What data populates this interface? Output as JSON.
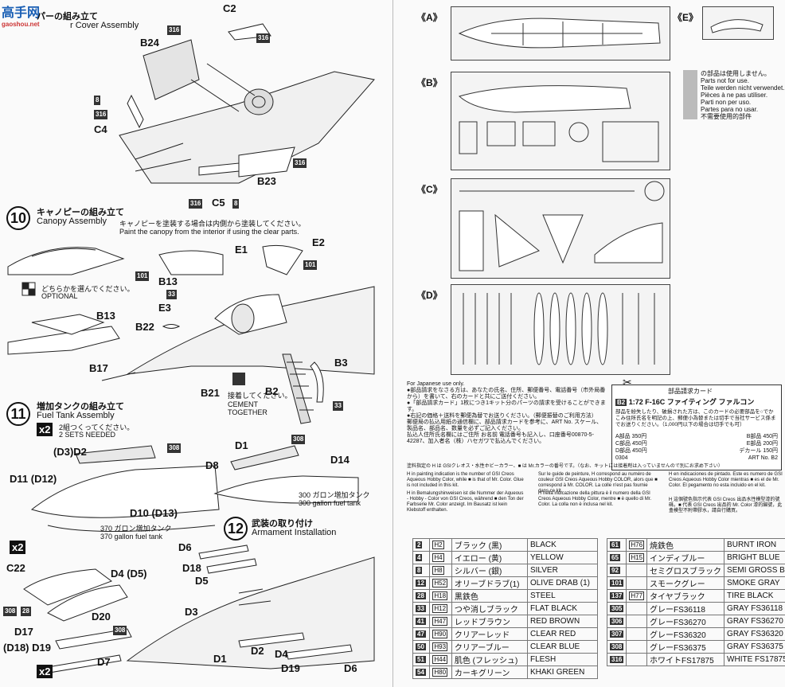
{
  "watermark": {
    "logo": "高手网",
    "url": "gaoshou.net"
  },
  "step9": {
    "jp_fragment": "パーの組み立て",
    "en_fragment": "r Cover Assembly"
  },
  "step9_parts": {
    "c2": "C2",
    "b24": "B24",
    "c4": "C4",
    "c5": "C5",
    "b23": "B23",
    "b316a": "316",
    "b316b": "316",
    "b316c": "316",
    "b316d": "316",
    "b316e": "316",
    "b8a": "8",
    "b8b": "8"
  },
  "step10": {
    "num": "10",
    "jp": "キャノピーの組み立て",
    "en": "Canopy Assembly",
    "note_jp": "キャノピーを塗装する場合は内側から塗装してください。",
    "note_en": "Paint the canopy from the interior if using the clear parts.",
    "optional_jp": "どちらかを選んでください。",
    "optional_en": "OPTIONAL"
  },
  "step10_parts": {
    "e1": "E1",
    "e2": "E2",
    "e3": "E3",
    "b13a": "B13",
    "b13b": "B13",
    "b22": "B22",
    "b17": "B17",
    "b21": "B21",
    "b2": "B2",
    "b3": "B3",
    "b101a": "101",
    "b101b": "101",
    "b33a": "33",
    "b33b": "33",
    "cement_jp": "接着してください。",
    "cement_en": "CEMENT TOGETHER"
  },
  "step11": {
    "num": "11",
    "jp": "増加タンクの組み立て",
    "en": "Fuel Tank Assembly",
    "x2": "x2",
    "sets_jp": "2組つくってください。",
    "sets_en": "2 SETS NEEDED",
    "tank370_jp": "370 ガロン増加タンク",
    "tank370_en": "370 gallon fuel tank",
    "tank300_jp": "300 ガロン増加タンク",
    "tank300_en": "300 gallon fuel tank"
  },
  "step11_parts": {
    "d3d2": "(D3)D2",
    "d11d12": "D11 (D12)",
    "d10d13": "D10 (D13)",
    "d1": "D1",
    "d8": "D8",
    "d14": "D14",
    "b308a": "308",
    "b308b": "308"
  },
  "step12": {
    "num": "12",
    "jp": "武装の取り付け",
    "en": "Armament Installation"
  },
  "step12_parts": {
    "d6a": "D6",
    "d18a": "D18",
    "d5": "D5",
    "d4d5": "D4 (D5)",
    "d3": "D3",
    "d20": "D20",
    "c22": "C22",
    "d17": "D17",
    "d18d19": "(D18) D19",
    "d7": "D7",
    "d1": "D1",
    "d2": "D2",
    "d4": "D4",
    "d19": "D19",
    "d6b": "D6",
    "x2a": "x2",
    "x2b": "x2",
    "b308": "308",
    "b28": "28"
  },
  "sprues": {
    "a": "《A》",
    "b": "《B》",
    "c": "《C》",
    "d": "《D》",
    "e": "《E》"
  },
  "unused_note": [
    "の部品は使用しません。",
    "Parts not for use.",
    "Teile werden nicht verwendet.",
    "Pièces à ne pas utiliser.",
    "Parti non per uso.",
    "Partes para no usar.",
    "不需要使用的部件"
  ],
  "order": {
    "for_japanese": "For Japanese use only.",
    "lines": [
      "●部品請求をなさる方は、あなたの氏名、住所、郵便番号、電話番号（市外局番から）を書いて、右のカードと共にご送付ください。",
      "●「部品請求カード」1枚につき1キット分のパーツの請求を受けることができます。",
      "●右記の価格＋送料を郵便為替でお送りください。（郵便振替のご利用方法）",
      "郵便局の払込用紙の通信欄に、部品請求カードを参考に、ART No. スケール、製品名、部品名、数量を必ずご記入ください。",
      "払込人住所氏名欄にはご住所 お名前 電話番号も記入し、口座番号00870-5-42287、加入者名（株）ハセガワで払込んでください。"
    ],
    "card_title": "部品請求カード",
    "card_product": "1:72 F-16C ファイティング ファルコン",
    "card_badge": "B2",
    "card_text": "部品を紛失したり、破損された方は、このカードの必要部品を○でかこみ住所氏名を明記の上、郵便小為替または切手で当社サービス係までお送りください。（1,000円以下の場合は切手でも可）",
    "prices": [
      {
        "part": "A部品",
        "price": "350円"
      },
      {
        "part": "B部品",
        "price": "450円"
      },
      {
        "part": "C部品",
        "price": "450円"
      },
      {
        "part": "D部品",
        "price": "450円"
      },
      {
        "part": "E部品",
        "price": "200円"
      },
      {
        "part": "デカール",
        "price": "150円"
      }
    ],
    "card_code": "0304",
    "art_no": "ART No. B2"
  },
  "paint_notes": {
    "jp": "塗料指定の H は GSIクレオス・水性ホビーカラー、■ は Mr.カラーの番号です。（なお、キットには接着剤は入っていませんので別にお求め下さい）",
    "en": "H in painting indication is the number of GSI Creos Aqueous Hobby Color, while ■ is that of Mr. Color. Glue is not included in this kit.",
    "fr": "Sur le guide de peinture, H correspond au numéro de couleur GSI Creos Aqueous Hobby COLOR, alors que ■ correspond à Mr. COLOR. La colle n'est pas fournie dans ce kit.",
    "es": "H en indicaciones de pintado. Este es numero de GSI Creos Aqueous Hobby Color mientras ■ es el de Mr. Color. El pegamento no esta incluido en el kit.",
    "de": "H in Bemalungshinweisen ist die Nummer der Aqueous - Hobby - Color von GSI Creos, während ■ den Ton der Farbserie Mr. Color anzeigt. Im Bausatz ist kein Klebstoff enthalten.",
    "it": "H nella indicazione della pittura è il numero della GSI Creos Aqueous Hobby Color, mentre ■ è quello di Mr. Color. La colla non è inclusa nel kit.",
    "zh": "H 這個號色指示代表 GSI Creos 出品水性模型漆的號碼，■ 代表 GSI Creos 出品的 Mr. Color 漆的編號，此盒模型不附帶膠水，請自行購買。"
  },
  "paints_left": [
    {
      "no": "2",
      "h": "H2",
      "jp": "ブラック (黒)",
      "en": "BLACK"
    },
    {
      "no": "4",
      "h": "H4",
      "jp": "イエロー (黄)",
      "en": "YELLOW"
    },
    {
      "no": "8",
      "h": "H8",
      "jp": "シルバー (銀)",
      "en": "SILVER"
    },
    {
      "no": "12",
      "h": "H52",
      "jp": "オリーブドラブ(1)",
      "en": "OLIVE DRAB (1)"
    },
    {
      "no": "28",
      "h": "H18",
      "jp": "黒鉄色",
      "en": "STEEL"
    },
    {
      "no": "33",
      "h": "H12",
      "jp": "つや消しブラック",
      "en": "FLAT BLACK"
    },
    {
      "no": "41",
      "h": "H47",
      "jp": "レッドブラウン",
      "en": "RED BROWN"
    },
    {
      "no": "47",
      "h": "H90",
      "jp": "クリアーレッド",
      "en": "CLEAR RED"
    },
    {
      "no": "50",
      "h": "H93",
      "jp": "クリアーブルー",
      "en": "CLEAR BLUE"
    },
    {
      "no": "51",
      "h": "H44",
      "jp": "肌色 (フレッシュ)",
      "en": "FLESH"
    },
    {
      "no": "54",
      "h": "H80",
      "jp": "カーキグリーン",
      "en": "KHAKI GREEN"
    }
  ],
  "paints_right": [
    {
      "no": "61",
      "h": "H76",
      "jp": "焼鉄色",
      "en": "BURNT IRON"
    },
    {
      "no": "65",
      "h": "H15",
      "jp": "インディブルー",
      "en": "BRIGHT BLUE"
    },
    {
      "no": "92",
      "h": "",
      "jp": "セミグロスブラック",
      "en": "SEMI GROSS BLACK"
    },
    {
      "no": "101",
      "h": "",
      "jp": "スモークグレー",
      "en": "SMOKE GRAY"
    },
    {
      "no": "137",
      "h": "H77",
      "jp": "タイヤブラック",
      "en": "TIRE BLACK"
    },
    {
      "no": "305",
      "h": "",
      "jp": "グレーFS36118",
      "en": "GRAY FS36118"
    },
    {
      "no": "306",
      "h": "",
      "jp": "グレーFS36270",
      "en": "GRAY FS36270"
    },
    {
      "no": "307",
      "h": "",
      "jp": "グレーFS36320",
      "en": "GRAY FS36320"
    },
    {
      "no": "308",
      "h": "",
      "jp": "グレーFS36375",
      "en": "GRAY FS36375"
    },
    {
      "no": "316",
      "h": "",
      "jp": "ホワイトFS17875",
      "en": "WHITE FS17875"
    }
  ]
}
